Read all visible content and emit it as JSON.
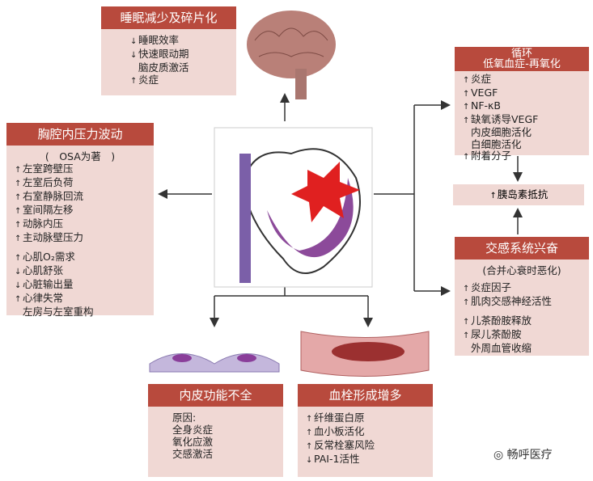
{
  "colors": {
    "header": "#b84a3d",
    "body": "#f0d8d4"
  },
  "sleep": {
    "title": "睡眠减少及碎片化",
    "items": [
      {
        "dir": "down",
        "text": "睡眠效率"
      },
      {
        "dir": "down",
        "text": "快速眼动期"
      },
      {
        "dir": "",
        "text": "脑皮质激活"
      },
      {
        "dir": "up",
        "text": "炎症"
      }
    ]
  },
  "chest": {
    "title": "胸腔内压力波动",
    "note": "(　OSA为著　)",
    "items": [
      {
        "dir": "up",
        "text": "左室跨壁压"
      },
      {
        "dir": "up",
        "text": "左室后负荷"
      },
      {
        "dir": "up",
        "text": "右室静脉回流"
      },
      {
        "dir": "up",
        "text": "室间隔左移"
      },
      {
        "dir": "up",
        "text": "动脉内压"
      },
      {
        "dir": "up",
        "text": "主动脉壁压力"
      }
    ],
    "items2": [
      {
        "dir": "up",
        "text": "心肌O₂需求"
      },
      {
        "dir": "down",
        "text": "心肌舒张"
      },
      {
        "dir": "down",
        "text": "心脏输出量"
      },
      {
        "dir": "up",
        "text": "心律失常"
      },
      {
        "dir": "",
        "text": "左房与左室重构"
      }
    ]
  },
  "circ": {
    "title": "循环",
    "subtitle": "低氧血症-再氧化",
    "items": [
      {
        "dir": "up",
        "text": "炎症"
      },
      {
        "dir": "up",
        "text": "VEGF"
      },
      {
        "dir": "up",
        "text": "NF-κB"
      },
      {
        "dir": "up",
        "text": "缺氧诱导VEGF"
      },
      {
        "dir": "",
        "text": "内皮细胞活化"
      },
      {
        "dir": "",
        "text": "白细胞活化"
      },
      {
        "dir": "up",
        "text": "附着分子"
      }
    ]
  },
  "insulin": {
    "dir": "up",
    "text": "胰岛素抵抗"
  },
  "symp": {
    "title": "交感系统兴奋",
    "note": "(合并心衰时恶化)",
    "items": [
      {
        "dir": "up",
        "text": "炎症因子"
      },
      {
        "dir": "up",
        "text": "肌肉交感神经活性"
      }
    ],
    "items2": [
      {
        "dir": "up",
        "text": "儿茶酚胺释放"
      },
      {
        "dir": "up",
        "text": "尿儿茶酚胺"
      },
      {
        "dir": "",
        "text": "外周血管收缩"
      }
    ]
  },
  "endo": {
    "title": "内皮功能不全",
    "items": [
      "原因:",
      "全身炎症",
      "氧化应激",
      "交感激活"
    ]
  },
  "thromb": {
    "title": "血栓形成增多",
    "items": [
      {
        "dir": "up",
        "text": "纤维蛋白原"
      },
      {
        "dir": "up",
        "text": "血小板活化"
      },
      {
        "dir": "up",
        "text": "反常栓塞风险"
      },
      {
        "dir": "down",
        "text": "PAI-1活性"
      }
    ]
  },
  "watermark": "畅呼医疗"
}
